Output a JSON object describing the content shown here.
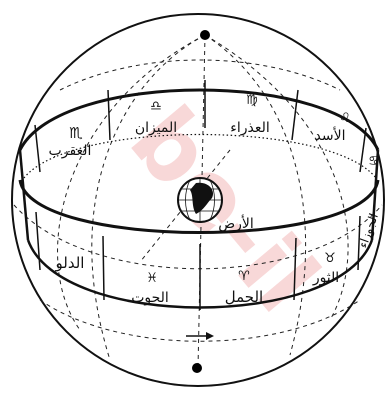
{
  "zodiac_band": {
    "back_signs": [
      {
        "name": "العقرب",
        "symbol": "♏"
      },
      {
        "name": "الميزان",
        "symbol": "♎"
      },
      {
        "name": "العذراء",
        "symbol": "♍"
      },
      {
        "name": "الأسد",
        "symbol": "♌"
      },
      {
        "name": "",
        "symbol": "♋"
      }
    ],
    "front_signs": [
      {
        "name": "الدلو",
        "symbol": ""
      },
      {
        "name": "الحوت",
        "symbol": "♓"
      },
      {
        "name": "الحمل",
        "symbol": "♈"
      },
      {
        "name": "الثور",
        "symbol": "♉"
      },
      {
        "name": "الجوزاء",
        "symbol": ""
      }
    ]
  },
  "earth": {
    "label": "الأرض"
  },
  "watermark": {
    "text": "be-il"
  }
}
